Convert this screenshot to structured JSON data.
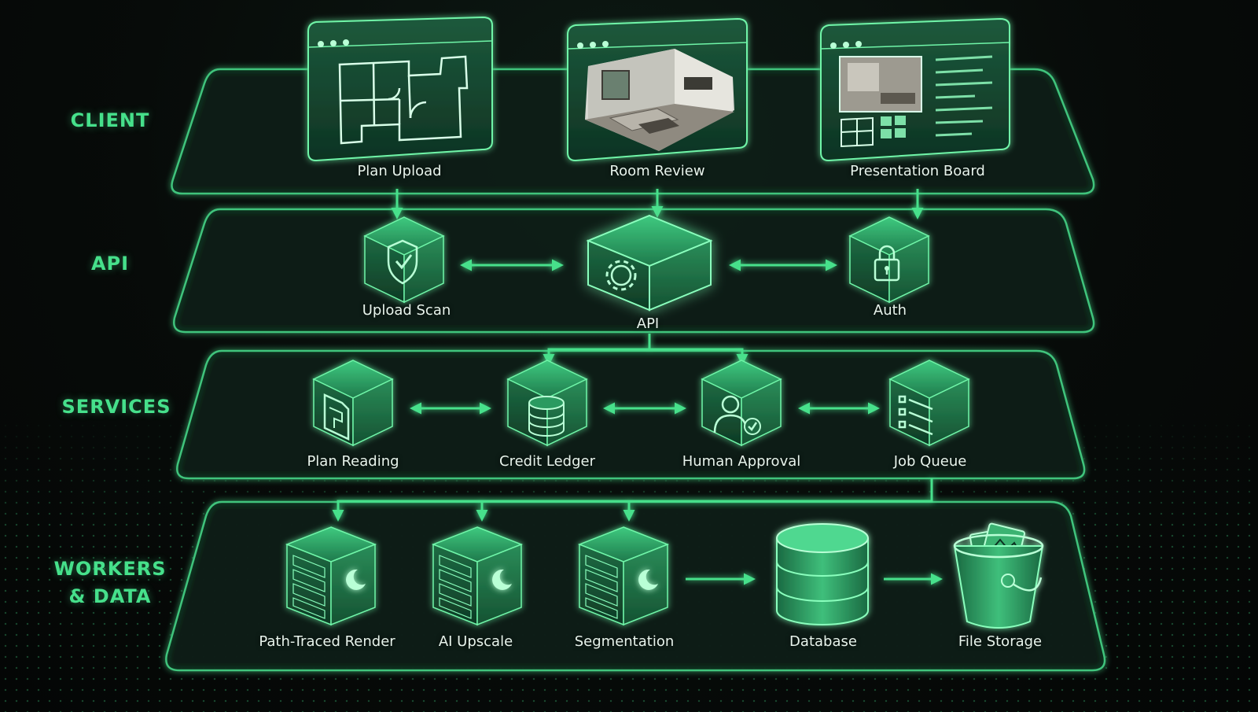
{
  "colors": {
    "accent": "#46e08b",
    "panel": "#0b1d15",
    "edge": "#3fc47c",
    "text": "#e8f4ec"
  },
  "tiers": {
    "client": "CLIENT",
    "api": "API",
    "services": "SERVICES",
    "workers_line1": "WORKERS",
    "workers_line2": "& DATA"
  },
  "nodes": {
    "plan_upload": {
      "label": "Plan Upload",
      "icon": "floor-plan-window"
    },
    "room_review": {
      "label": "Room Review",
      "icon": "3d-room-window"
    },
    "presentation_board": {
      "label": "Presentation Board",
      "icon": "board-window"
    },
    "upload_scan": {
      "label": "Upload Scan",
      "icon": "shield-check-cube"
    },
    "api": {
      "label": "API",
      "icon": "gear-cube"
    },
    "auth": {
      "label": "Auth",
      "icon": "lock-cube"
    },
    "plan_reading": {
      "label": "Plan Reading",
      "icon": "document-cube"
    },
    "credit_ledger": {
      "label": "Credit Ledger",
      "icon": "database-cube"
    },
    "human_approval": {
      "label": "Human Approval",
      "icon": "user-check-cube"
    },
    "job_queue": {
      "label": "Job Queue",
      "icon": "list-cube"
    },
    "path_traced_render": {
      "label": "Path-Traced Render",
      "icon": "server-moon-cube"
    },
    "ai_upscale": {
      "label": "AI Upscale",
      "icon": "server-moon-cube"
    },
    "segmentation": {
      "label": "Segmentation",
      "icon": "server-moon-cube"
    },
    "database": {
      "label": "Database",
      "icon": "database-cylinder"
    },
    "file_storage": {
      "label": "File Storage",
      "icon": "bucket-image"
    }
  }
}
